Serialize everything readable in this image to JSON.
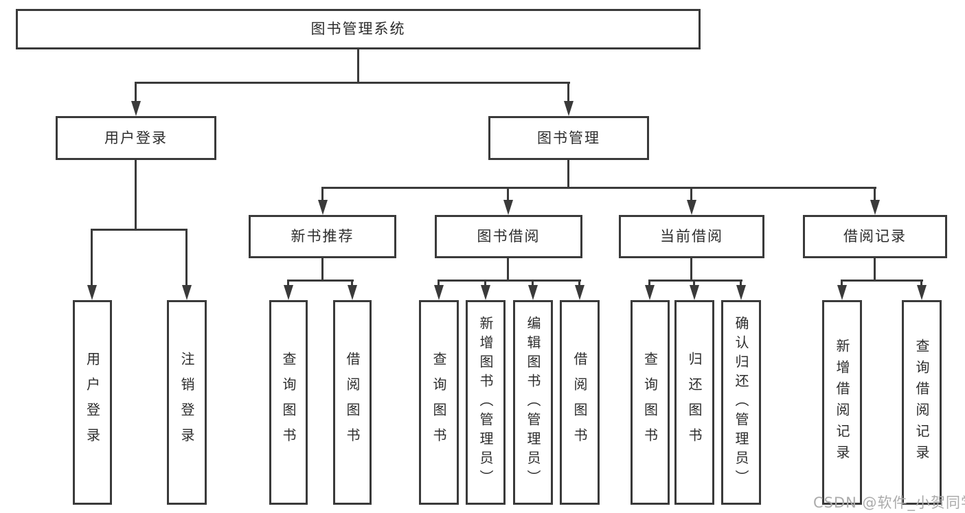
{
  "diagram": {
    "root_label": "图书管理系统",
    "user_login": {
      "label": "用户登录",
      "children": [
        "用户登录",
        "注销登录"
      ]
    },
    "book_mgmt": {
      "label": "图书管理",
      "sections": [
        {
          "label": "新书推荐",
          "children": [
            "查询图书",
            "借阅图书"
          ]
        },
        {
          "label": "图书借阅",
          "children": [
            "查询图书",
            "新增图书（管理员）",
            "编辑图书（管理员）",
            "借阅图书"
          ]
        },
        {
          "label": "当前借阅",
          "children": [
            "查询图书",
            "归还图书",
            "确认归还（管理员）"
          ]
        },
        {
          "label": "借阅记录",
          "children": [
            "新增借阅记录",
            "查询借阅记录"
          ]
        }
      ]
    }
  },
  "watermark": {
    "text": "CSDN @软件_小贺同学"
  },
  "colors": {
    "line": "#3a3a3a",
    "text": "#2d2d2d",
    "watermark": "#ababab",
    "background": "#ffffff"
  }
}
